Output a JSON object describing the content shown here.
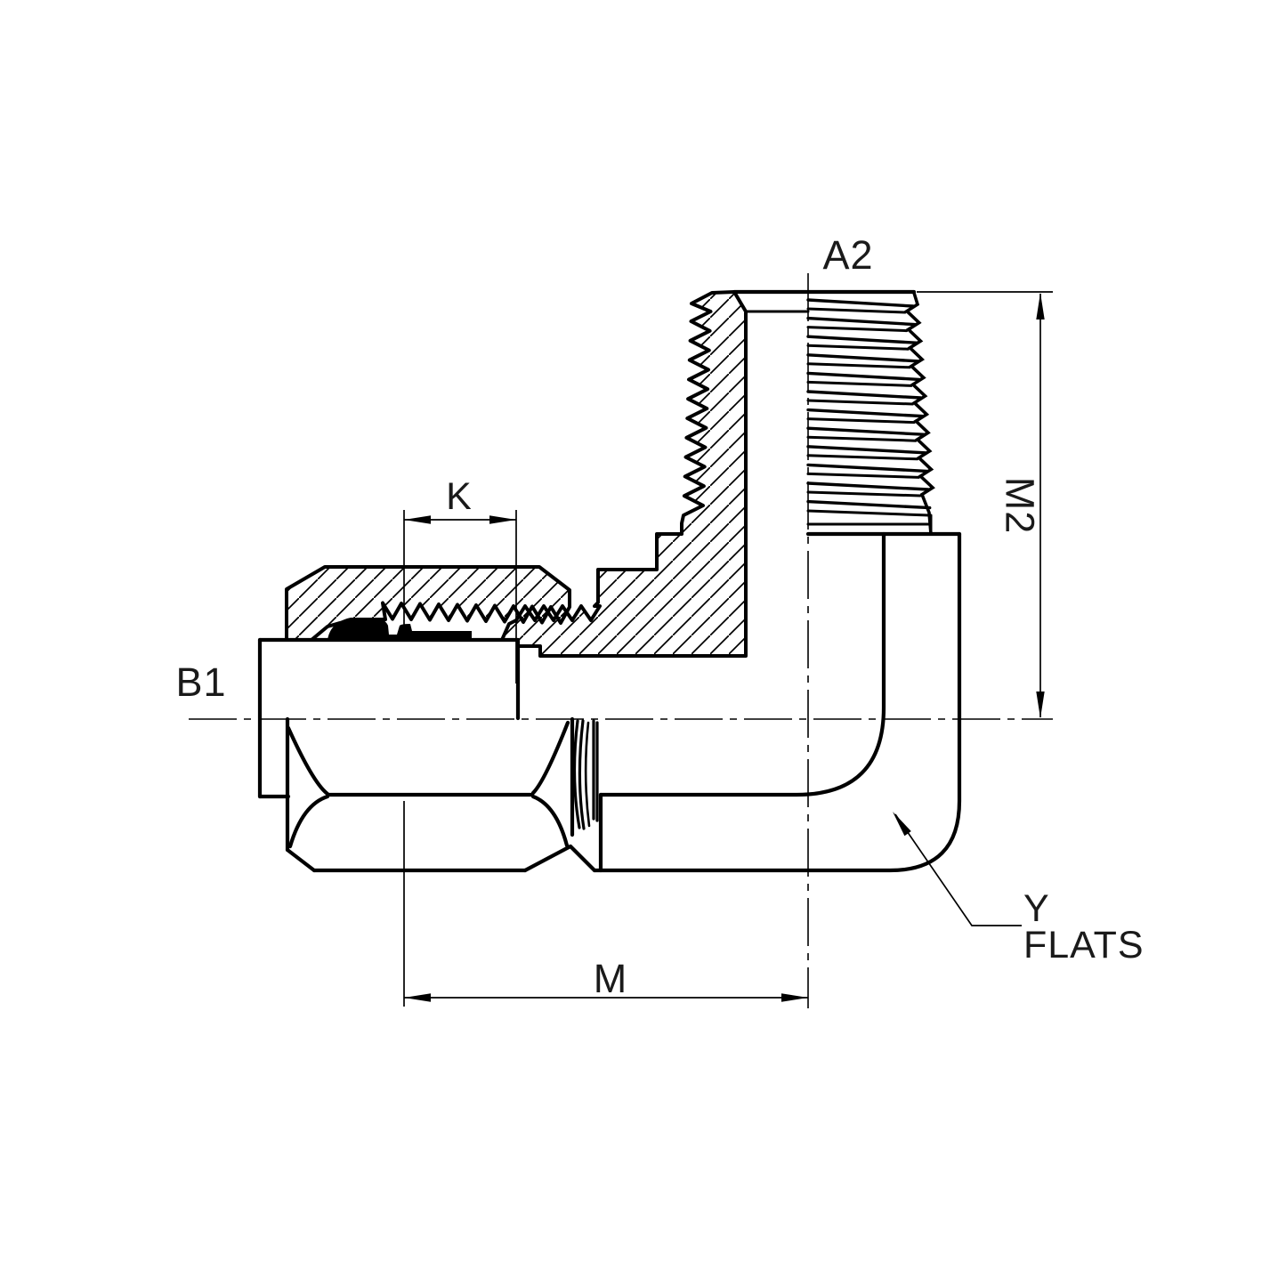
{
  "drawing": {
    "type": "engineering-section-drawing",
    "subject": "90-degree male NPT elbow tube fitting, half-section view",
    "colors": {
      "line": "#000000",
      "background": "#ffffff",
      "text": "#1a1a1a",
      "ferrule_fill": "#000000"
    },
    "labels": {
      "a2": "A2",
      "m2": "M2",
      "k": "K",
      "b1": "B1",
      "m": "M",
      "y": "Y",
      "flats": "FLATS"
    }
  }
}
